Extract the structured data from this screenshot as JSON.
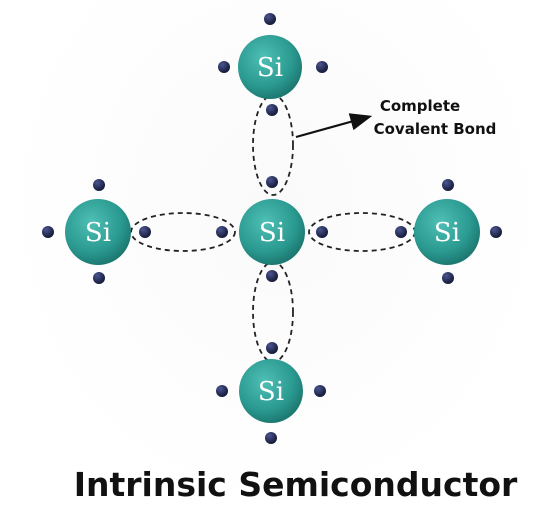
{
  "atoms": [
    {
      "id": "top",
      "label": "Si"
    },
    {
      "id": "left",
      "label": "Si"
    },
    {
      "id": "center",
      "label": "Si"
    },
    {
      "id": "right",
      "label": "Si"
    },
    {
      "id": "bottom",
      "label": "Si"
    }
  ],
  "annotation": {
    "line1": "Complete",
    "line2": "Covalent Bond"
  },
  "title": "Intrinsic Semiconductor",
  "colors": {
    "atom": "#2a9990",
    "electron": "#1b2244",
    "bond_outline": "#222222"
  }
}
